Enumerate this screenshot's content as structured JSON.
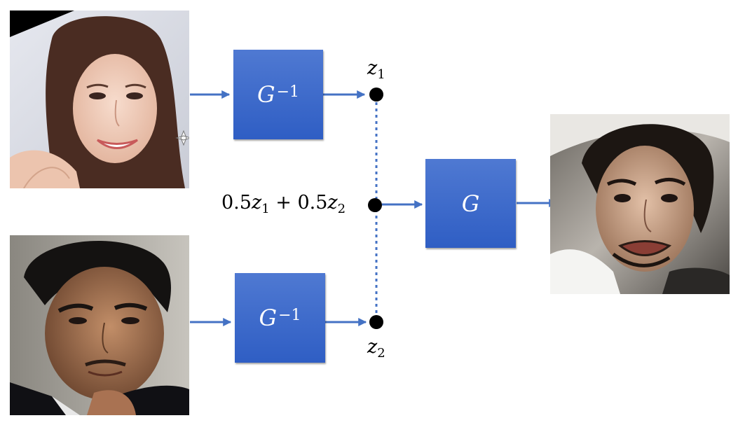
{
  "diagram": {
    "inverse_generator_label": "G",
    "inverse_generator_exponent": "−1",
    "generator_label": "G",
    "z1": {
      "var": "z",
      "sub": "1"
    },
    "z2": {
      "var": "z",
      "sub": "2"
    },
    "mix": {
      "coef1": "0.5",
      "var1": "z",
      "sub1": "1",
      "plus": "+",
      "coef2": "0.5",
      "var2": "z",
      "sub2": "2"
    }
  },
  "colors": {
    "box": "#3a66c8",
    "arrow": "#4472c4",
    "dot": "#000000"
  },
  "icons": {
    "input_face_1": "woman-portrait-photo",
    "input_face_2": "man-portrait-photo",
    "output_face": "blended-face-photo"
  }
}
